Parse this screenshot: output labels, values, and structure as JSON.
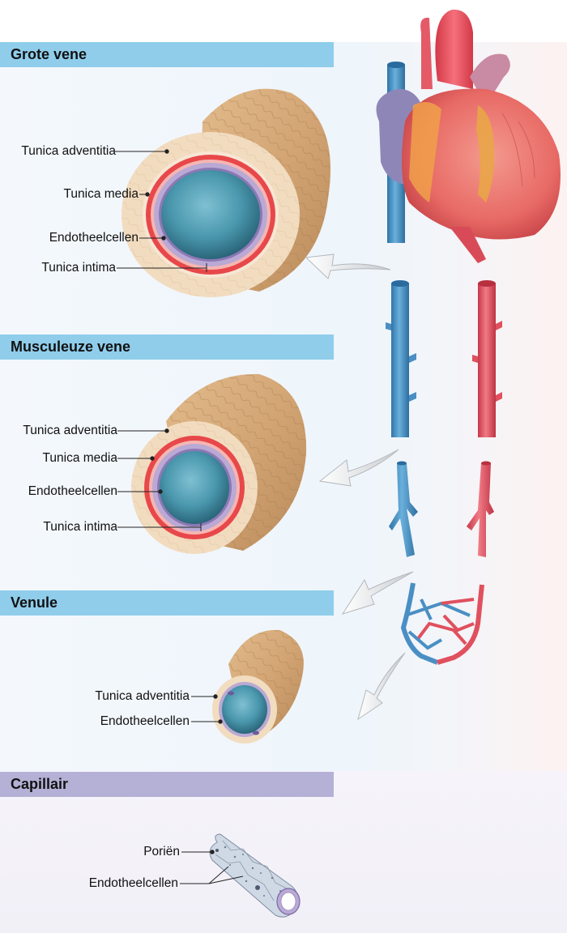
{
  "sections": {
    "grote_vene": {
      "title": "Grote vene",
      "labels": [
        "Tunica adventitia",
        "Tunica media",
        "Endotheelcellen",
        "Tunica intima"
      ]
    },
    "musculeuze_vene": {
      "title": "Musculeuze vene",
      "labels": [
        "Tunica adventitia",
        "Tunica media",
        "Endotheelcellen",
        "Tunica intima"
      ]
    },
    "venule": {
      "title": "Venule",
      "labels": [
        "Tunica adventitia",
        "Endotheelcellen"
      ]
    },
    "capillair": {
      "title": "Capillair",
      "labels": [
        "Poriën",
        "Endotheelcellen"
      ]
    }
  },
  "colors": {
    "bar_blue": "#8fcdeb",
    "bar_purple": "#b5b0d6",
    "vein_blue": "#4a8fc4",
    "artery_red": "#e0505e",
    "adventitia": "#e8c9a0",
    "media": "#e8484a",
    "lumen": "#3f8ea3",
    "intima": "#b9a9d4"
  },
  "icons": [
    "heart-illustration",
    "arrow-icon",
    "vessel-illustration"
  ]
}
